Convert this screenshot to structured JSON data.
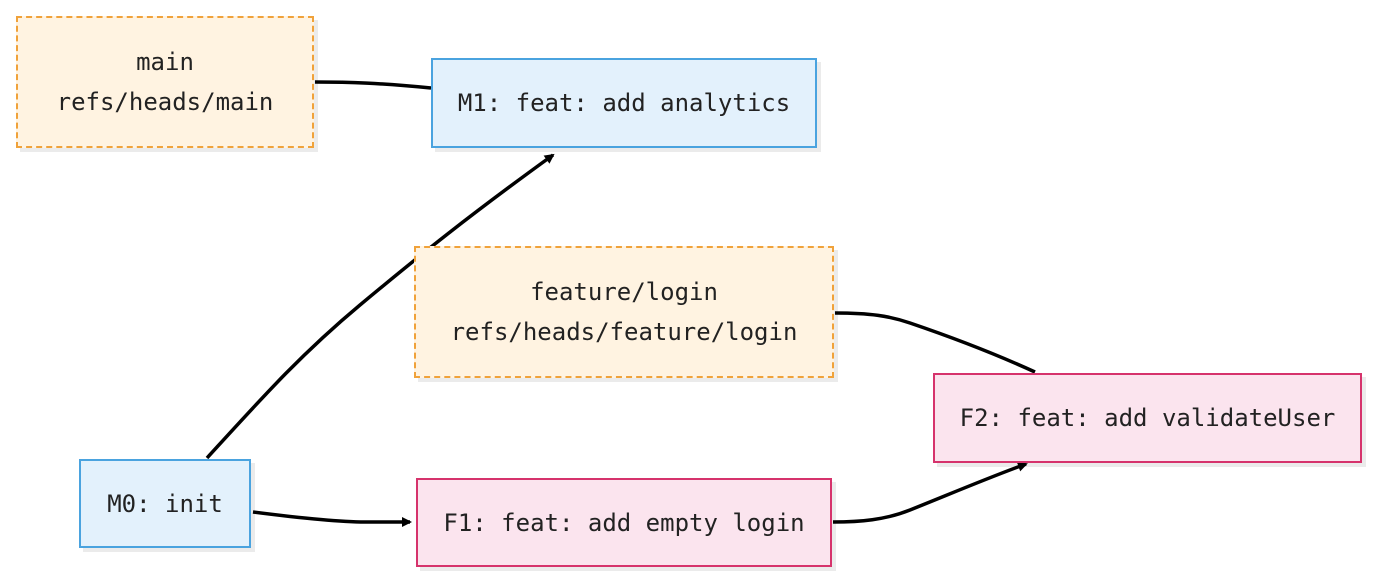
{
  "nodes": {
    "main_ref": {
      "line1": "main",
      "line2": "refs/heads/main"
    },
    "m1": {
      "label": "M1: feat: add analytics"
    },
    "feature_ref": {
      "line1": "feature/login",
      "line2": "refs/heads/feature/login"
    },
    "f2": {
      "label": "F2: feat: add validateUser"
    },
    "m0": {
      "label": "M0: init"
    },
    "f1": {
      "label": "F1: feat: add empty login"
    }
  },
  "edges": [
    {
      "from": "m0",
      "to": "m1",
      "arrow": true
    },
    {
      "from": "m0",
      "to": "f1",
      "arrow": true
    },
    {
      "from": "f1",
      "to": "f2",
      "arrow": true
    },
    {
      "from": "main_ref",
      "to": "m1",
      "arrow": false
    },
    {
      "from": "feature_ref",
      "to": "f2",
      "arrow": false
    }
  ],
  "colors": {
    "commit_main_fill": "#e3f1fc",
    "commit_main_border": "#4aa3df",
    "commit_feature_fill": "#fbe4ee",
    "commit_feature_border": "#d6336c",
    "ref_fill": "#fff3e1",
    "ref_border": "#f0a23a",
    "edge": "#000000"
  }
}
